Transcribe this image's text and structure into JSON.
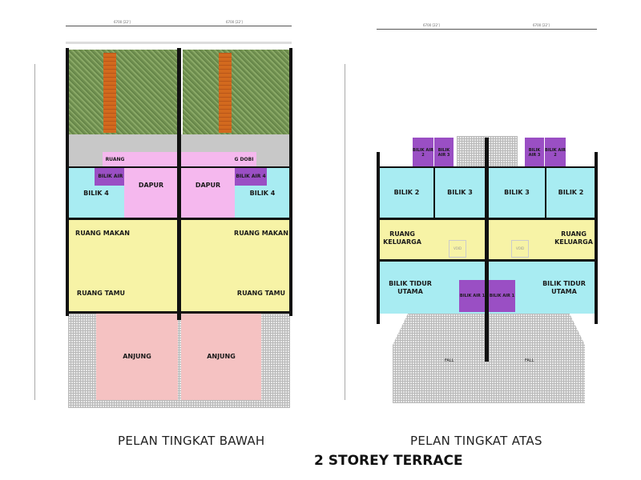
{
  "colors": {
    "bedroom": "#a8ecf2",
    "living": "#f7f3a6",
    "kitchen": "#f5b8ee",
    "bath": "#9a4fc4",
    "porch": "#f5c2c2",
    "grass": "#7a9a55",
    "path": "#d2691e",
    "yard": "#c8c8c8"
  },
  "dimension": "6700 [22']",
  "ground_floor": {
    "caption": "PELAN TINGKAT BAWAH",
    "rooms": {
      "ruang_dobi": "RUANG DOBI",
      "bilik_air_4": "BILIK AIR 4",
      "dapur": "DAPUR",
      "bilik_4": "BILIK 4",
      "ruang_makan": "RUANG MAKAN",
      "ruang_tamu": "RUANG TAMU",
      "anjung": "ANJUNG"
    }
  },
  "first_floor": {
    "caption": "PELAN TINGKAT ATAS",
    "rooms": {
      "bilik_air_2": "BILIK AIR 2",
      "bilik_air_3": "BILIK AIR 3",
      "bilik_2": "BILIK 2",
      "bilik_3": "BILIK 3",
      "ruang_keluarga": "RUANG KELUARGA",
      "void": "VOID",
      "bilik_tidur_utama": "BILIK TIDUR UTAMA",
      "bilik_air_1": "BILIK AIR 1",
      "fall": "FALL"
    }
  },
  "title": "2 STOREY TERRACE"
}
